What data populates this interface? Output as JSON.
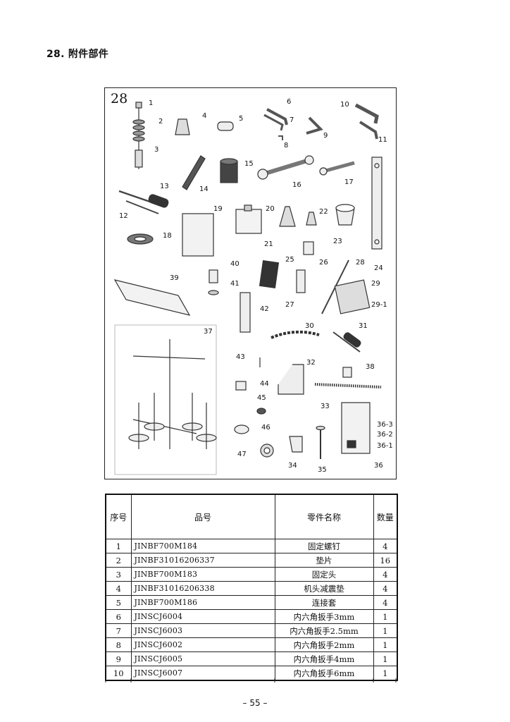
{
  "section": {
    "title": "28. 附件部件"
  },
  "figure": {
    "number": "28",
    "callouts": [
      "1",
      "2",
      "3",
      "4",
      "5",
      "6",
      "7",
      "8",
      "9",
      "10",
      "11",
      "12",
      "13",
      "14",
      "15",
      "16",
      "17",
      "18",
      "19",
      "20",
      "21",
      "22",
      "23",
      "24",
      "25",
      "26",
      "27",
      "28",
      "29",
      "29-1",
      "30",
      "31",
      "32",
      "33",
      "34",
      "35",
      "36",
      "36-1",
      "36-2",
      "36-3",
      "37",
      "38",
      "39",
      "40",
      "41",
      "42",
      "43",
      "44",
      "45",
      "46",
      "47"
    ]
  },
  "table": {
    "headers": [
      "序号",
      "品号",
      "零件名称",
      "数量"
    ],
    "rows": [
      {
        "no": "1",
        "part": "JINBF700M184",
        "name": "固定螺钉",
        "qty": "4"
      },
      {
        "no": "2",
        "part": "JINBF31016206337",
        "name": "垫片",
        "qty": "16"
      },
      {
        "no": "3",
        "part": "JINBF700M183",
        "name": "固定头",
        "qty": "4"
      },
      {
        "no": "4",
        "part": "JINBF31016206338",
        "name": "机头减震垫",
        "qty": "4"
      },
      {
        "no": "5",
        "part": "JINBF700M186",
        "name": "连接套",
        "qty": "4"
      },
      {
        "no": "6",
        "part": "JINSCJ6004",
        "name": "内六角扳手3mm",
        "qty": "1"
      },
      {
        "no": "7",
        "part": "JINSCJ6003",
        "name": "内六角扳手2.5mm",
        "qty": "1"
      },
      {
        "no": "8",
        "part": "JINSCJ6002",
        "name": "内六角扳手2mm",
        "qty": "1"
      },
      {
        "no": "9",
        "part": "JINSCJ6005",
        "name": "内六角扳手4mm",
        "qty": "1"
      },
      {
        "no": "10",
        "part": "JINSCJ6007",
        "name": "内六角扳手6mm",
        "qty": "1"
      }
    ]
  },
  "footer": {
    "page": "– 55 –"
  }
}
